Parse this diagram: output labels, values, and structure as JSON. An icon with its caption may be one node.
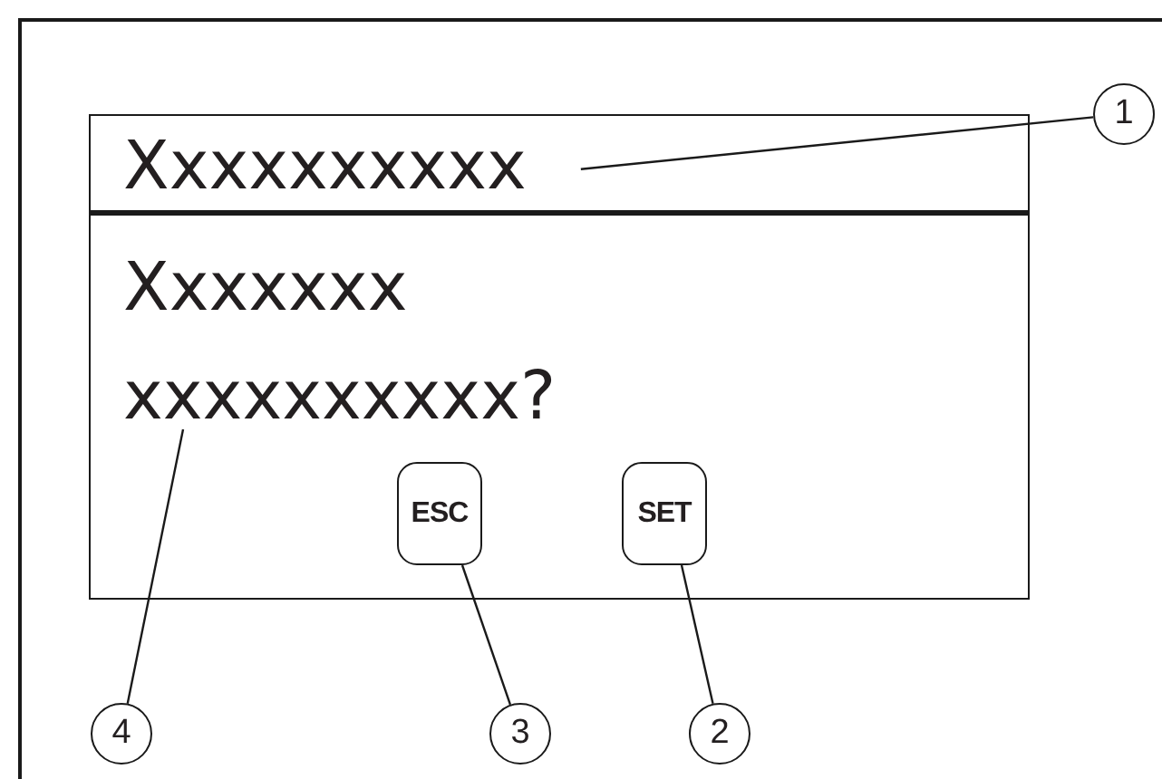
{
  "diagram": {
    "nodes": [
      {
        "text": [],
        "shape": "box"
      },
      {
        "text": [
          "Xxxxxxxxxx"
        ],
        "in": 0
      },
      {
        "text": [
          "xxxxxxxxxx?"
        ],
        "in": 0
      },
      {
        "text": [
          "ESC"
        ],
        "in": 0
      },
      {
        "text": [
          "SET"
        ],
        "in": 0
      },
      {
        "text": [
          "1"
        ]
      },
      {
        "text": [
          "4"
        ]
      },
      {
        "text": [
          "3"
        ]
      },
      {
        "text": [
          "2"
        ]
      }
    ],
    "edges": [
      {
        "from": 5,
        "to": 1,
        "arrow": "none"
      },
      {
        "from": 6,
        "to": 2,
        "arrow": "none"
      },
      {
        "from": 7,
        "to": 3,
        "arrow": "none"
      },
      {
        "from": 8,
        "to": 4,
        "arrow": "none"
      }
    ],
    "labels": [
      "Xxxxxxx"
    ]
  }
}
